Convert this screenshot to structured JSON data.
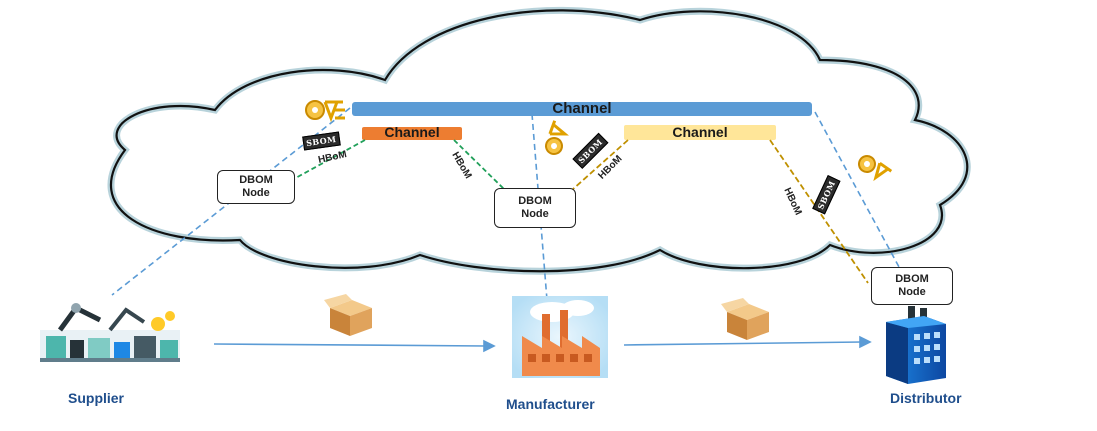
{
  "channels": {
    "main": "Channel",
    "left": "Channel",
    "right": "Channel"
  },
  "nodes": {
    "left": [
      "DBOM",
      "Node"
    ],
    "center": [
      "DBOM",
      "Node"
    ],
    "right": [
      "DBOM",
      "Node"
    ]
  },
  "hbom_label": "HBoM",
  "stamp_text": "SBOM",
  "actors": {
    "supplier": "Supplier",
    "manufacturer": "Manufacturer",
    "distributor": "Distributor"
  },
  "colors": {
    "cloud_fill": "#ffffff",
    "cloud_outline": "#b8d3db",
    "main_channel": "#5b9bd5",
    "left_channel": "#ed7d31",
    "right_channel": "#ffe699",
    "green_link": "#21a05a",
    "gold_link": "#bf9000",
    "blue_link": "#5b9bd5",
    "actor_text": "#1f4e8c"
  },
  "icons": [
    "one-logo-icon",
    "sbom-stamp-icon",
    "box-icon",
    "factory-icon",
    "building-icon",
    "robot-arm-icon"
  ]
}
